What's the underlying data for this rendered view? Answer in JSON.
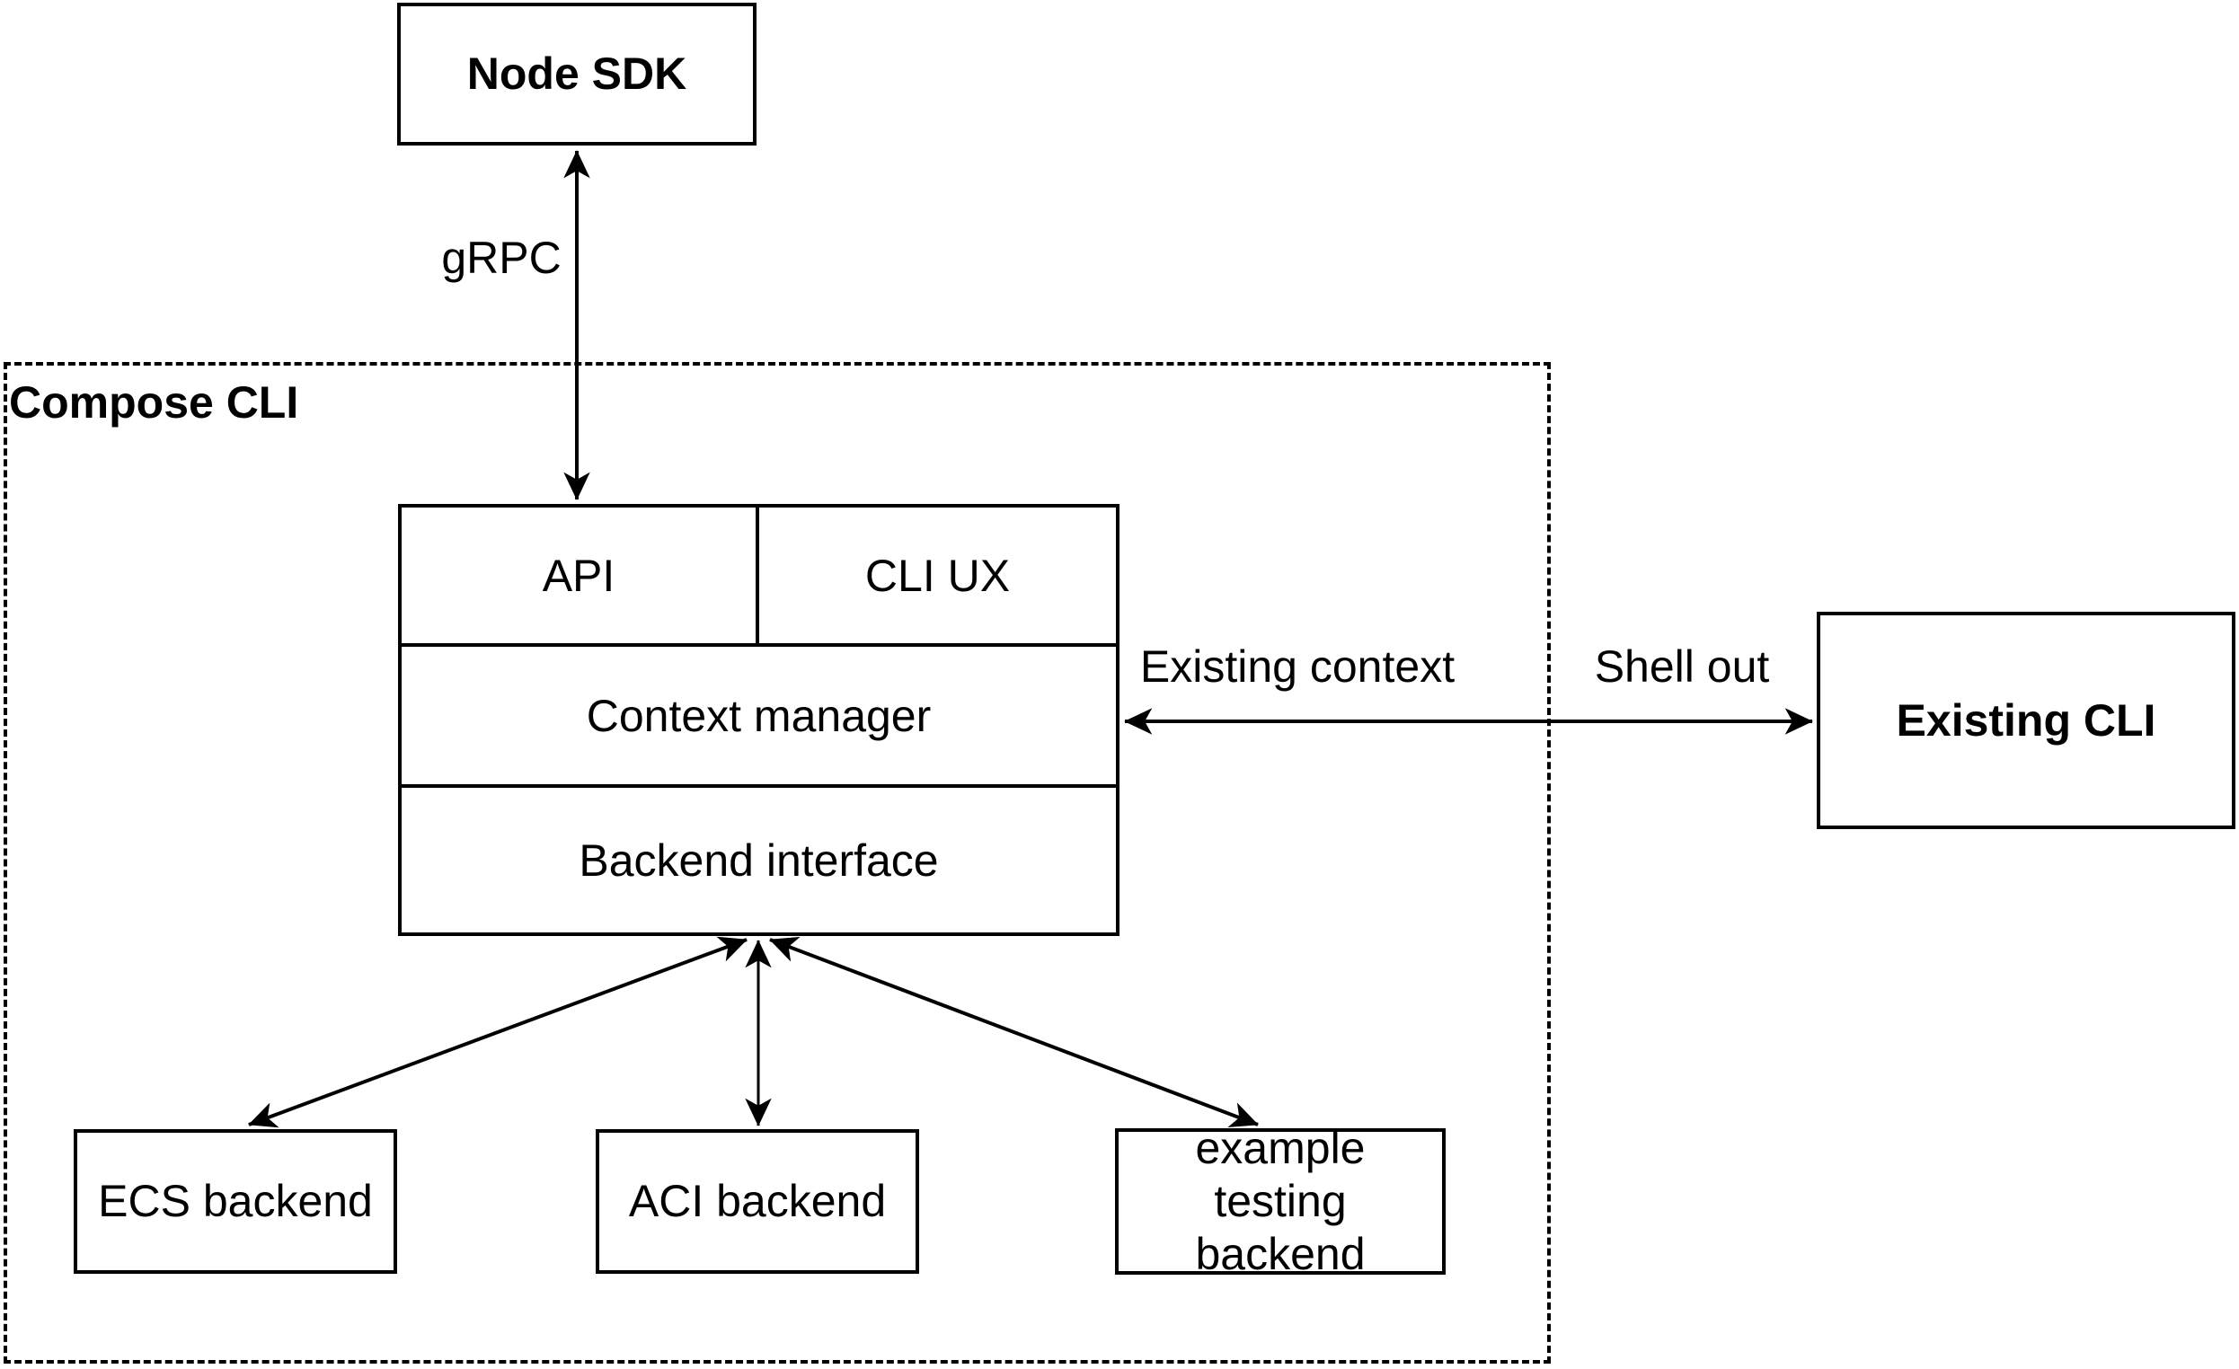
{
  "nodes": {
    "node_sdk": {
      "label": "Node SDK"
    },
    "compose_cli_container": {
      "label": "Compose CLI"
    },
    "api": {
      "label": "API"
    },
    "cli_ux": {
      "label": "CLI UX"
    },
    "context_manager": {
      "label": "Context manager"
    },
    "backend_interface": {
      "label": "Backend interface"
    },
    "existing_cli": {
      "label": "Existing CLI"
    },
    "ecs_backend": {
      "label": "ECS backend"
    },
    "aci_backend": {
      "label": "ACI backend"
    },
    "example_testing_backend": {
      "label": "example testing backend"
    }
  },
  "edge_labels": {
    "grpc": "gRPC",
    "existing_context": "Existing context",
    "shell_out": "Shell out"
  },
  "edges": [
    {
      "from": "Node SDK",
      "to": "API",
      "label": "gRPC",
      "direction": "bidirectional"
    },
    {
      "from": "Context manager",
      "to": "Existing CLI",
      "labels": [
        "Existing context",
        "Shell out"
      ],
      "direction": "bidirectional"
    },
    {
      "from": "Backend interface",
      "to": "ECS backend",
      "direction": "bidirectional"
    },
    {
      "from": "Backend interface",
      "to": "ACI backend",
      "direction": "bidirectional"
    },
    {
      "from": "Backend interface",
      "to": "example testing backend",
      "direction": "bidirectional"
    }
  ],
  "colors": {
    "stroke": "#000000",
    "background": "#ffffff",
    "text": "#000000"
  }
}
